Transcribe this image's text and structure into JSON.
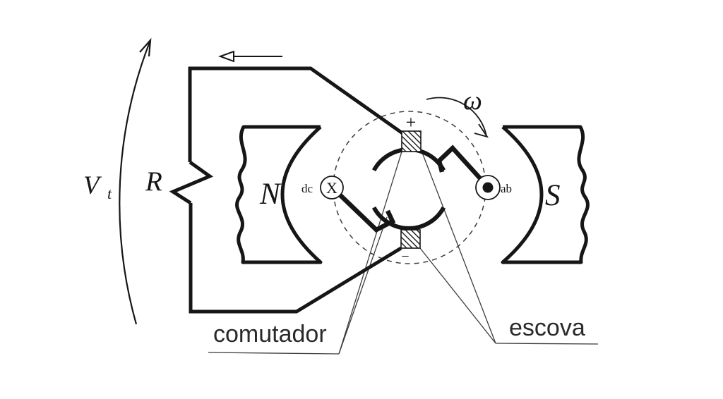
{
  "colors": {
    "ink": "#161616",
    "leader_line": "#3d3d3d",
    "background": "#ffffff"
  },
  "labels": {
    "terminal_voltage": {
      "main": "V",
      "subscript": "t"
    },
    "resistor": "R",
    "pole_north": "N",
    "pole_south": "S",
    "angular_velocity": "ω",
    "coil_side_left": "dc",
    "coil_side_left_symbol": "X",
    "coil_side_right": "ab",
    "polarity_positive": "+",
    "polarity_negative": "−",
    "commutator": "comutador",
    "brush": "escova"
  }
}
